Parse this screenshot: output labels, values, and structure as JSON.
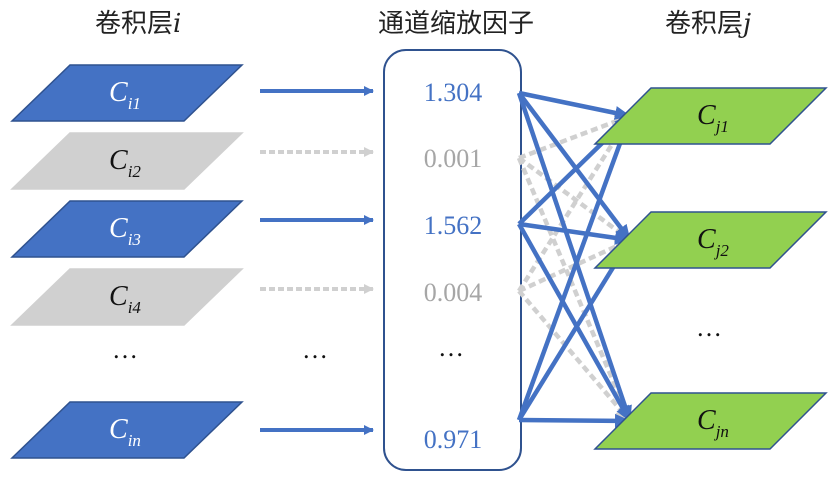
{
  "headers": {
    "left": {
      "text": "卷积层",
      "var": "i"
    },
    "middle": {
      "text": "通道缩放因子"
    },
    "right": {
      "text": "卷积层",
      "var": "j"
    }
  },
  "left_layers": [
    {
      "label": "C",
      "sub": "i1",
      "active": true
    },
    {
      "label": "C",
      "sub": "i2",
      "active": false
    },
    {
      "label": "C",
      "sub": "i3",
      "active": true
    },
    {
      "label": "C",
      "sub": "i4",
      "active": false
    },
    {
      "label": "C",
      "sub": "in",
      "active": true
    }
  ],
  "scaling_factors": [
    "1.304",
    "0.001",
    "1.562",
    "0.004",
    "0.971"
  ],
  "right_layers": [
    {
      "label": "C",
      "sub": "j1"
    },
    {
      "label": "C",
      "sub": "j2"
    },
    {
      "label": "C",
      "sub": "jn"
    }
  ],
  "ellipsis": "…",
  "colors": {
    "active_fill": "#4472c4",
    "active_stroke": "#2f528f",
    "inactive_fill": "#d0d0d0",
    "arrow_active": "#4472c4",
    "arrow_inactive": "#d0d0d0",
    "right_fill": "#92d050",
    "right_stroke": "#2f528f",
    "number_active": "#4472c4",
    "number_inactive": "#a6a6a6",
    "box_stroke": "#2f528f"
  }
}
